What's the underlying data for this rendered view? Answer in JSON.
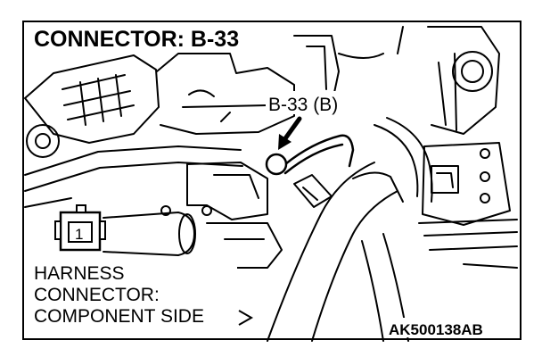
{
  "title": "CONNECTOR: B-33",
  "callout": "B-33 (B)",
  "connector_pin": "1",
  "harness_caption": [
    "HARNESS",
    "CONNECTOR:",
    "COMPONENT SIDE"
  ],
  "figure_code": "AK500138AB",
  "colors": {
    "line": "#000000",
    "background": "#ffffff"
  }
}
